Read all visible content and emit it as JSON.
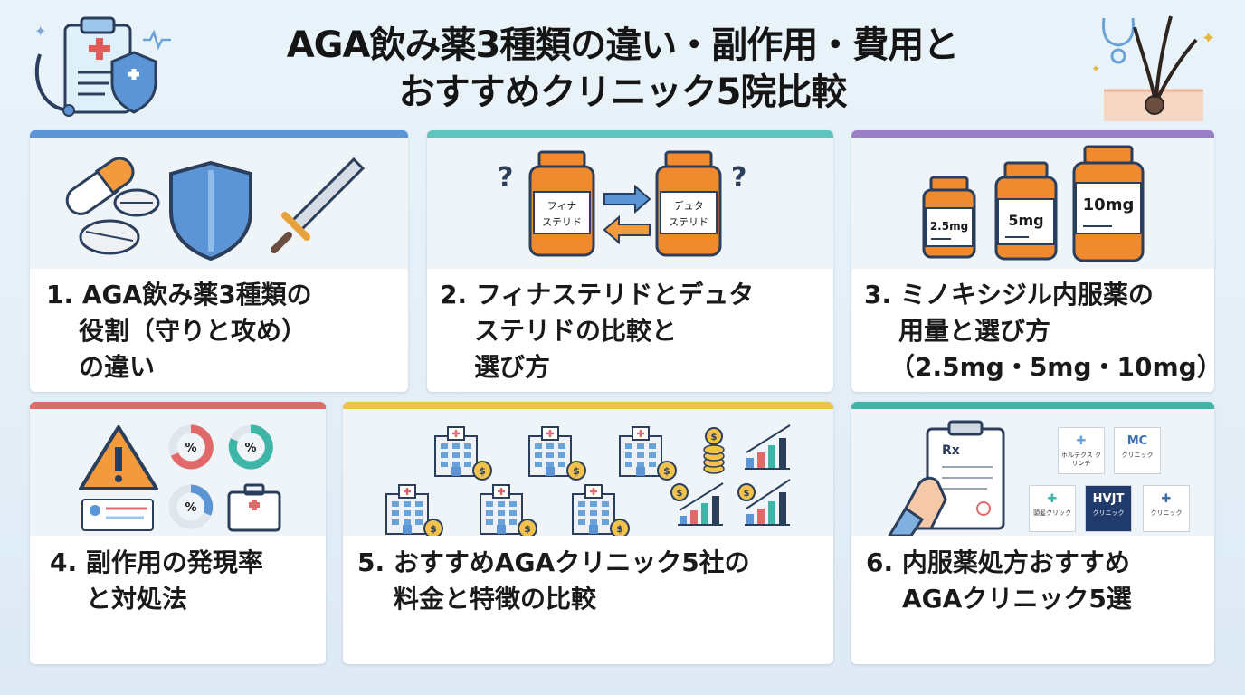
{
  "title": {
    "line1": "AGA飲み薬3種類の違い・副作用・費用と",
    "line2": "おすすめクリニック5院比較"
  },
  "colors": {
    "card1": "#5b95d6",
    "card2": "#5fc4bd",
    "card3": "#9a7fc7",
    "card4": "#e06a6a",
    "card5": "#ecc24d",
    "card6": "#3fb5a8",
    "pill_orange": "#f39a3c",
    "bottle": "#f08a2e"
  },
  "cards": [
    {
      "heading": [
        "1. AGA飲み薬3種類の",
        "役割（守りと攻め）",
        "の違い"
      ],
      "icons": [
        "capsule-icon",
        "pill-icon",
        "shield-icon",
        "sword-icon"
      ]
    },
    {
      "heading": [
        "2. フィナステリドとデュタ",
        "ステリドの比較と",
        "選び方"
      ],
      "bottle_left": [
        "フィナ",
        "ステリド"
      ],
      "bottle_right": [
        "デュタ",
        "ステリド"
      ],
      "icons": [
        "question-icon",
        "swap-arrows-icon",
        "pill-bottle-icon"
      ]
    },
    {
      "heading": [
        "3. ミノキシジル内服薬の",
        "用量と選び方",
        "（2.5mg・5mg・10mg）"
      ],
      "doses": [
        "2.5mg",
        "5mg",
        "10mg"
      ]
    },
    {
      "heading": [
        "4. 副作用の発現率",
        "と対処法"
      ],
      "percent_symbol": "%",
      "icons": [
        "warning-icon",
        "percent-donut-icon",
        "profile-card-icon",
        "first-aid-kit-icon"
      ]
    },
    {
      "heading": [
        "5. おすすめAGAクリニック5社の",
        "料金と特徴の比較"
      ],
      "icons": [
        "hospital-icon",
        "coin-icon",
        "bar-chart-icon"
      ]
    },
    {
      "heading": [
        "6. 内服薬処方おすすめ",
        "AGAクリニック5選"
      ],
      "rx": "Rx",
      "logos": [
        {
          "text": "ホルテクス クリンチ"
        },
        {
          "text": "クリニック",
          "mark": "MC"
        },
        {
          "text": "頭髪クリック"
        },
        {
          "text": "クリニック",
          "mark": "HVJT"
        },
        {
          "text": "クリニック"
        }
      ]
    }
  ]
}
